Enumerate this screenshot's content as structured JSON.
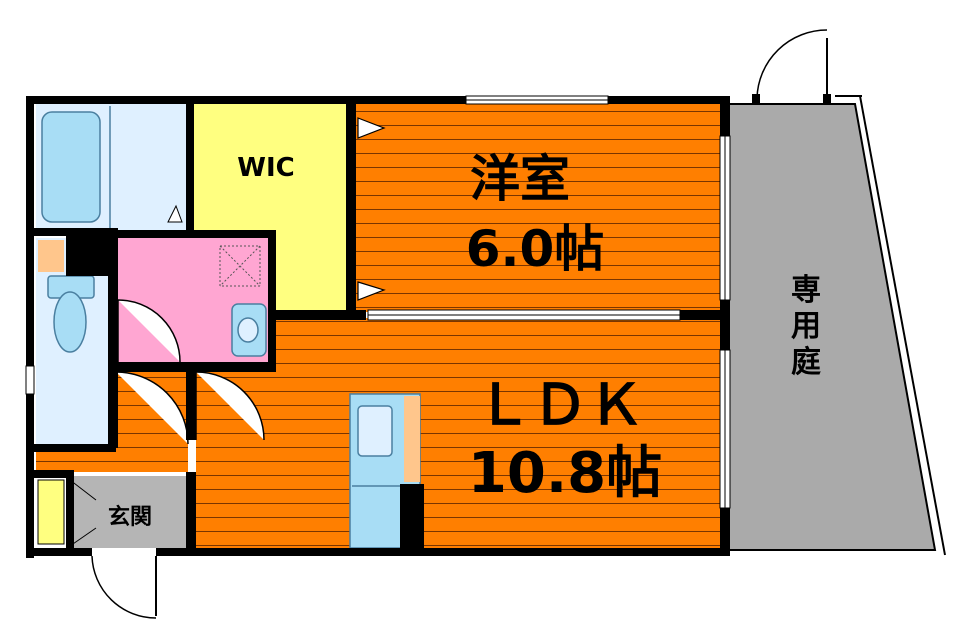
{
  "rooms": {
    "wic": {
      "label": "WIC"
    },
    "western": {
      "name": "洋室",
      "size": "6.0帖"
    },
    "ldk": {
      "name": "ＬＤＫ",
      "size": "10.8帖"
    },
    "genkan": {
      "label": "玄関"
    },
    "garden": {
      "chars": [
        "専",
        "用",
        "庭"
      ]
    }
  },
  "colors": {
    "floor_orange": "#ff7f00",
    "wic_yellow": "#ffff80",
    "wash_pink": "#ffa6d2",
    "bath_blue": "#dff0ff",
    "fixture_blue": "#a8ddf5",
    "genkan_gray": "#b5b5b5",
    "garden_gray": "#aaaaaa",
    "wall": "#000000"
  },
  "icons": [
    "bathtub-icon",
    "toilet-icon",
    "sink-icon",
    "kitchen-sink-icon",
    "washing-machine-icon"
  ]
}
